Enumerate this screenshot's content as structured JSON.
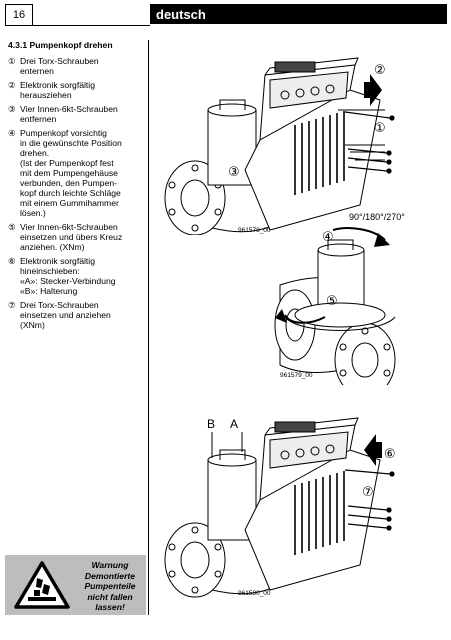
{
  "header": {
    "page_number": "16",
    "language": "deutsch"
  },
  "section": {
    "title": "4.3.1 Pumpenkopf drehen",
    "steps": [
      {
        "num": "①",
        "text": "Drei Torx-Schrauben\nenternen"
      },
      {
        "num": "②",
        "text": "Elektronik sorgfältig\nherausziehen"
      },
      {
        "num": "③",
        "text": "Vier Innen-6kt-Schrauben\nentfernen"
      },
      {
        "num": "④",
        "text": "Pumpenkopf vorsichtig\nin die gewünschte Position\ndrehen.\n(Ist der Pumpenkopf fest\nmit dem Pumpengehäuse\nverbunden, den Pumpen-\nkopf durch leichte Schläge\nmit einem Gummihammer\nlösen.)"
      },
      {
        "num": "⑤",
        "text": "Vier Innen-6kt-Schrauben\neinsetzen und übers Kreuz\nanziehen. (XNm)"
      },
      {
        "num": "⑥",
        "text": "Elektronik sorgfältig\nhineinschieben:\n«A»: Stecker-Verbindung\n«B»: Halterung"
      },
      {
        "num": "⑦",
        "text": "Drei Torx-Schrauben\neinsetzen und anziehen\n(XNm)"
      }
    ]
  },
  "warning": {
    "text": "Warnung\nDemontierte\nPumpenteile\nnicht fallen\nlassen!",
    "icon": "falling-parts-warning-icon"
  },
  "figures": {
    "fig1": {
      "caption": "961578_00",
      "labels": [
        "②",
        "①",
        "③"
      ]
    },
    "fig2": {
      "caption": "961579_00",
      "angle": "90°/180°/270°",
      "labels": [
        "④",
        "⑤"
      ]
    },
    "fig3": {
      "caption": "961580_00",
      "labels": [
        "B",
        "A",
        "⑥",
        "⑦"
      ]
    }
  }
}
